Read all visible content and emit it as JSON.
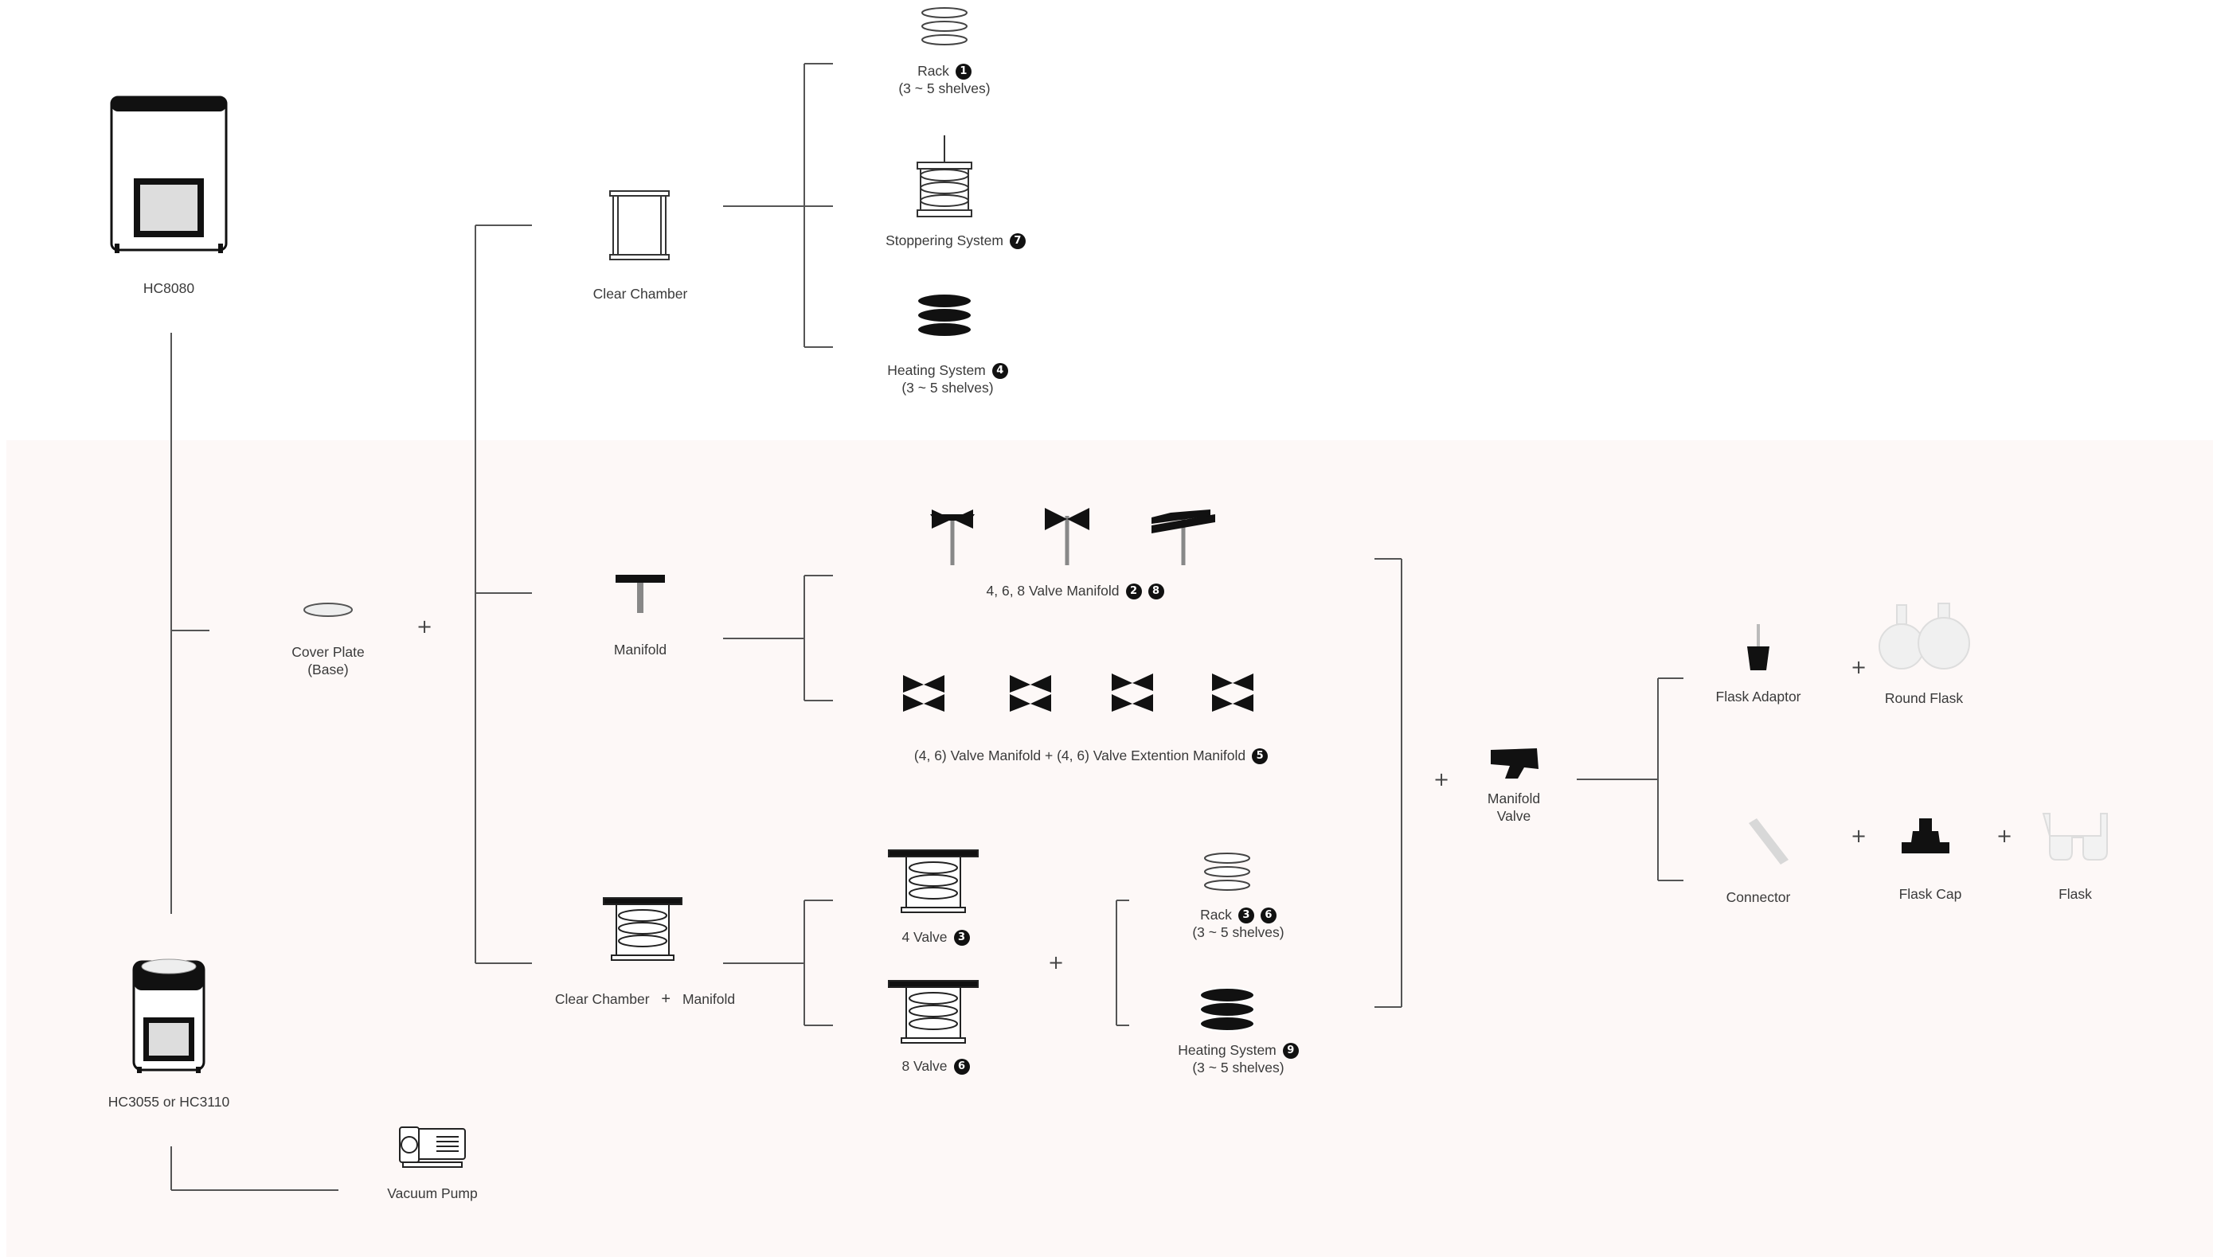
{
  "devices": {
    "hc8080": "HC8080",
    "hc3055": "HC3055 or HC3110",
    "vacuum_pump": "Vacuum Pump"
  },
  "cover_plate": {
    "line1": "Cover Plate",
    "line2": "(Base)"
  },
  "chambers": {
    "clear_chamber": "Clear Chamber",
    "manifold": "Manifold",
    "combo_a": "Clear Chamber",
    "combo_b": "Manifold"
  },
  "top_options": {
    "rack": {
      "label": "Rack",
      "sub": "(3 ~ 5 shelves)",
      "badge": "1"
    },
    "stoppering": {
      "label": "Stoppering System",
      "badge": "7"
    },
    "heating": {
      "label": "Heating System",
      "sub": "(3 ~ 5 shelves)",
      "badge": "4"
    }
  },
  "manifold_options": {
    "valve_manifold": {
      "label": "4, 6, 8 Valve Manifold",
      "badges": [
        "2",
        "8"
      ]
    },
    "ext_manifold": {
      "label_a": "(4, 6) Valve Manifold",
      "label_b": "+ (4, 6) Valve Extention Manifold",
      "badge": "5"
    }
  },
  "combo_options": {
    "four_valve": {
      "label": "4 Valve",
      "badge": "3"
    },
    "eight_valve": {
      "label": "8 Valve",
      "badge": "6"
    },
    "rack": {
      "label": "Rack",
      "sub": "(3 ~ 5 shelves)",
      "badges": [
        "3",
        "6"
      ]
    },
    "heating": {
      "label": "Heating System",
      "sub": "(3 ~ 5 shelves)",
      "badge": "9"
    }
  },
  "manifold_valve": {
    "line1": "Manifold",
    "line2": "Valve"
  },
  "accessories": {
    "flask_adaptor": "Flask Adaptor",
    "round_flask": "Round Flask",
    "connector": "Connector",
    "flask_cap": "Flask Cap",
    "flask": "Flask"
  },
  "plus_sign": "+",
  "colors": {
    "line": "#555555",
    "panel_bg": "#fdf8f7",
    "icon_dark": "#111111",
    "icon_light": "#e0e0e0"
  }
}
